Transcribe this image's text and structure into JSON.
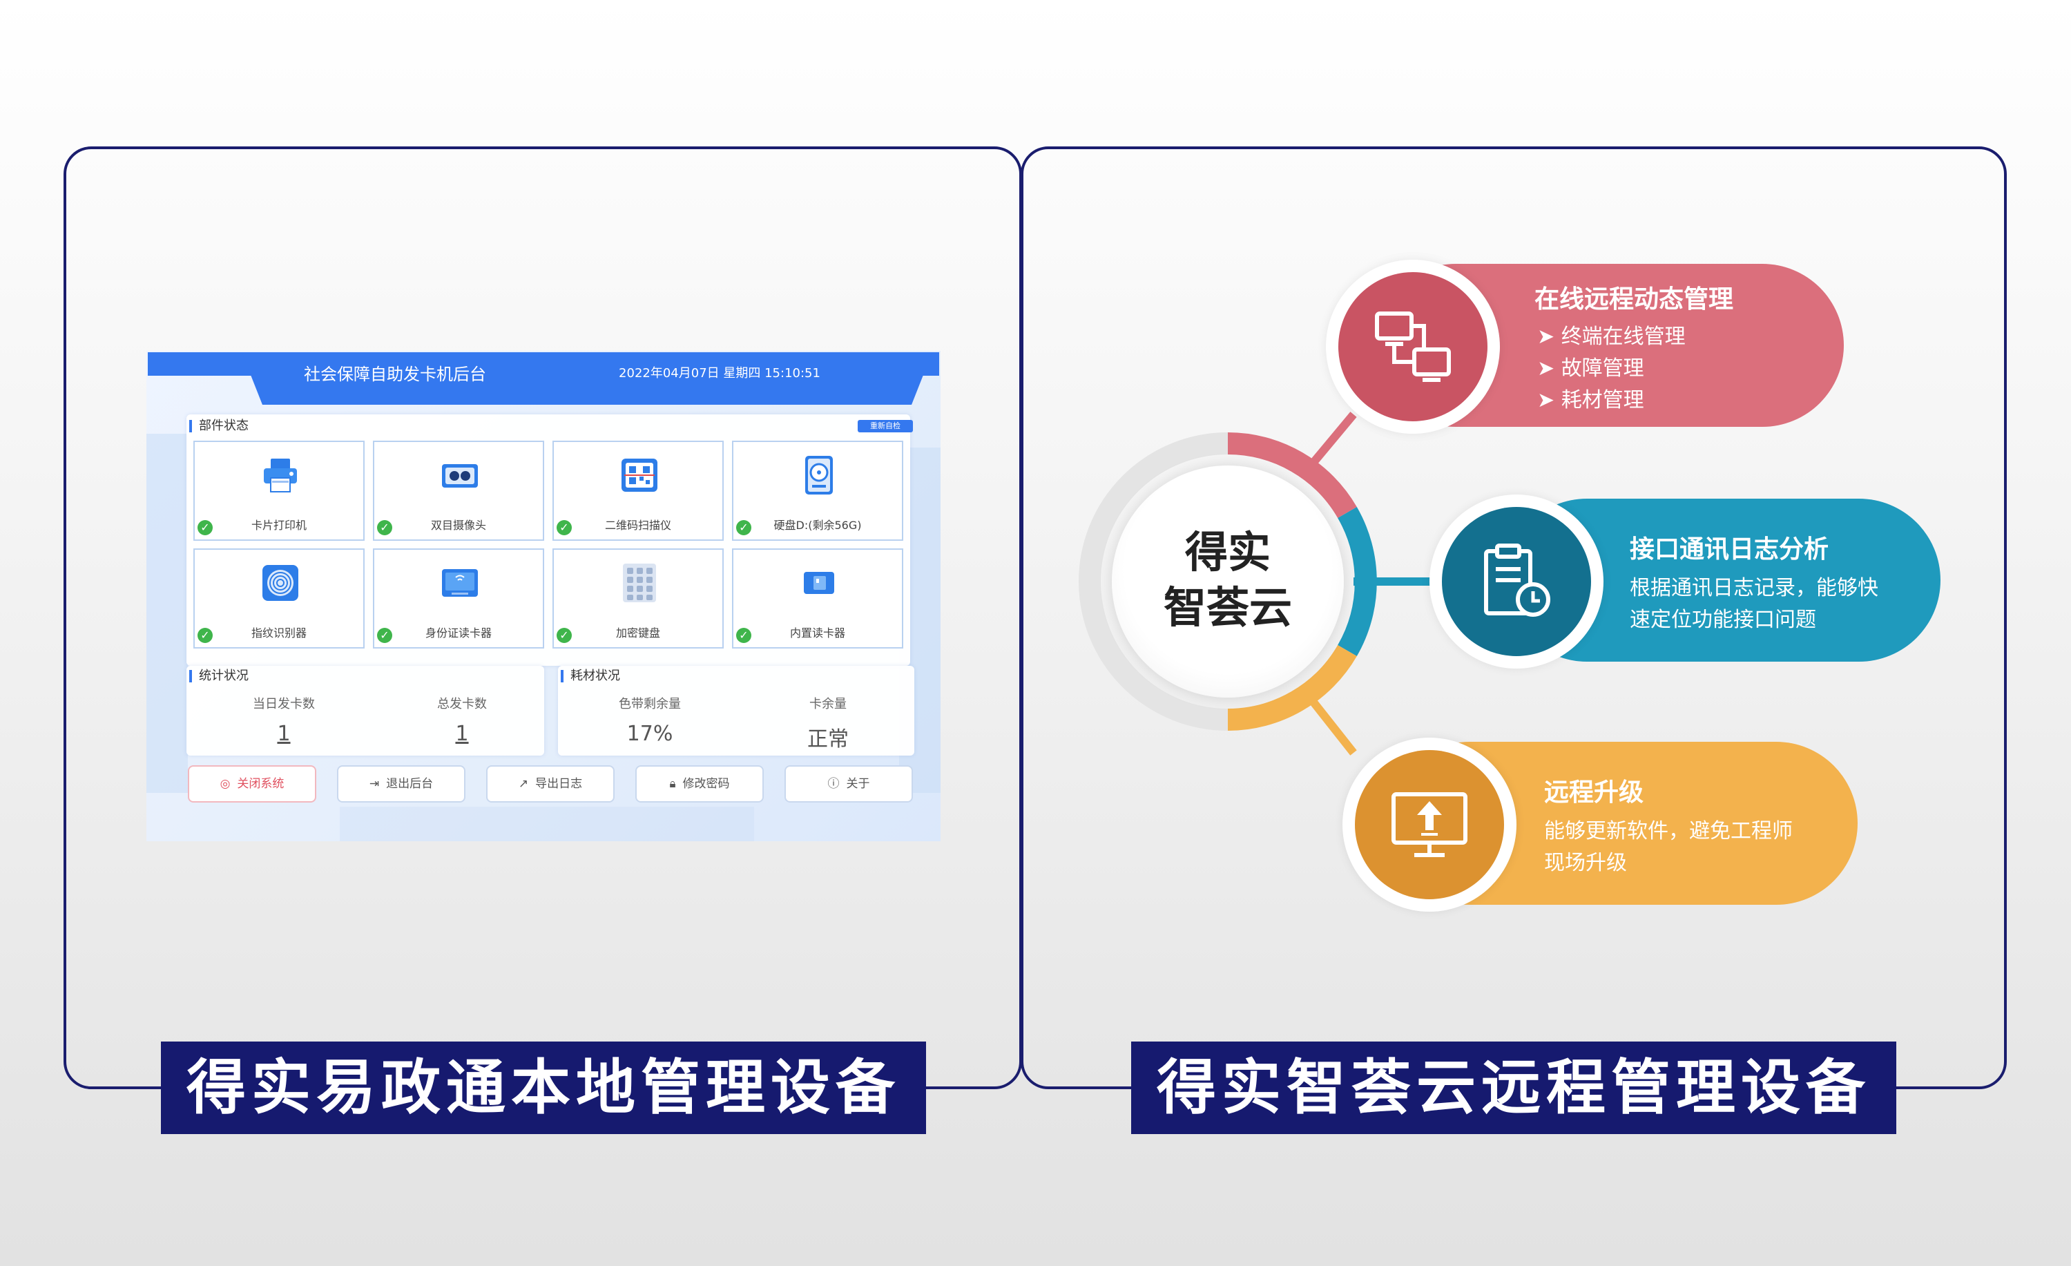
{
  "screen": {
    "title": "社会保障自助发卡机后台",
    "datetime": "2022年04月07日 星期四 15:10:51",
    "component_section_label": "部件状态",
    "recheck_label": "重新自检",
    "tiles": [
      {
        "label": "卡片打印机",
        "icon": "printer-icon"
      },
      {
        "label": "双目摄像头",
        "icon": "camera-icon"
      },
      {
        "label": "二维码扫描仪",
        "icon": "qr-scanner-icon"
      },
      {
        "label": "硬盘D:(剩余56G)",
        "icon": "hard-disk-icon"
      },
      {
        "label": "指纹识别器",
        "icon": "fingerprint-icon"
      },
      {
        "label": "身份证读卡器",
        "icon": "id-card-reader-icon"
      },
      {
        "label": "加密键盘",
        "icon": "keypad-icon"
      },
      {
        "label": "内置读卡器",
        "icon": "card-reader-icon"
      }
    ],
    "stats": {
      "label": "统计状况",
      "items": [
        {
          "label": "当日发卡数",
          "value": "1"
        },
        {
          "label": "总发卡数",
          "value": "1"
        }
      ]
    },
    "consumables": {
      "label": "耗材状况",
      "items": [
        {
          "label": "色带剩余量",
          "value": "17%"
        },
        {
          "label": "卡余量",
          "value": "正常"
        }
      ]
    },
    "buttons": [
      {
        "label": "关闭系统",
        "icon": "power-icon"
      },
      {
        "label": "退出后台",
        "icon": "exit-icon"
      },
      {
        "label": "导出日志",
        "icon": "export-icon"
      },
      {
        "label": "修改密码",
        "icon": "lock-icon"
      },
      {
        "label": "关于",
        "icon": "info-icon"
      }
    ]
  },
  "left_panel_title": "得实易政通本地管理设备",
  "right_panel_title": "得实智荟云远程管理设备",
  "center": {
    "line1": "得实",
    "line2": "智荟云"
  },
  "features": {
    "online": {
      "title": "在线远程动态管理",
      "items": [
        "终端在线管理",
        "故障管理",
        "耗材管理"
      ],
      "color": "#db6f7c",
      "icon": "network-computers-icon"
    },
    "log": {
      "title": "接口通讯日志分析",
      "lines": [
        "根据通讯日志记录，能够快",
        "速定位功能接口问题"
      ],
      "color": "#1f9abd",
      "icon": "clipboard-clock-icon"
    },
    "upgrade": {
      "title": "远程升级",
      "lines": [
        "能够更新软件，避免工程师",
        "现场升级"
      ],
      "color": "#f3b24d",
      "icon": "monitor-upload-icon"
    }
  },
  "bullet_glyph": "➤"
}
